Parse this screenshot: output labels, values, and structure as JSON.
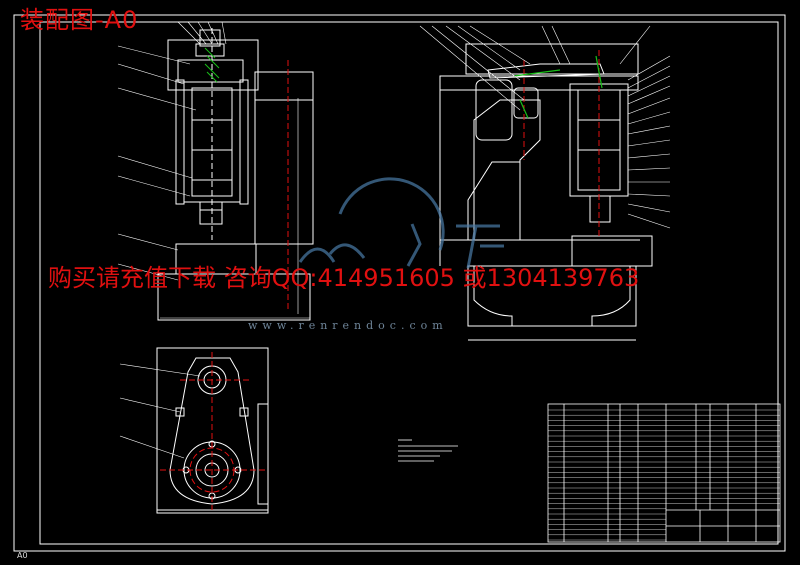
{
  "title": "装配图-A0",
  "banner": "购买请充值下载  咨询QQ:414951605  或1304139763",
  "watermark_url": "www.renrendoc.com",
  "watermark_logo": "人人文库",
  "corner_tag": "A0",
  "colors": {
    "background": "#000000",
    "line": "#ffffff",
    "accent_red": "#e01010",
    "accent_green": "#18c018",
    "watermark": "#4a7ca8"
  }
}
